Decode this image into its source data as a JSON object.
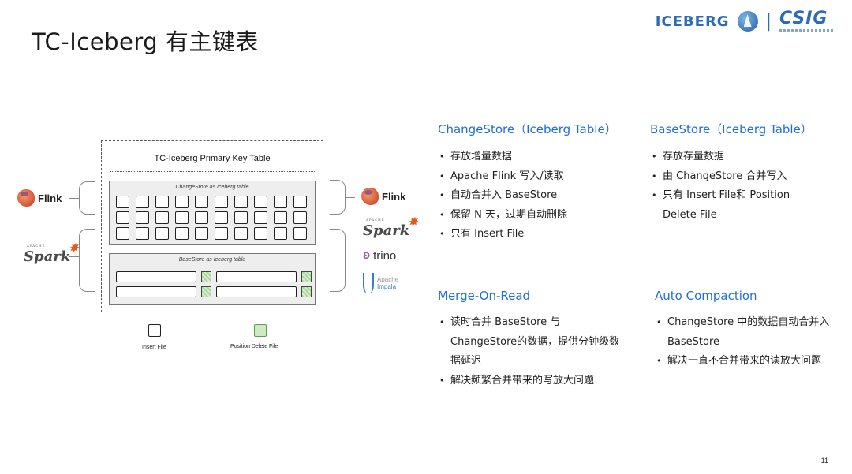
{
  "title": "TC-Iceberg 有主键表",
  "logos": {
    "iceberg": "ICEBERG",
    "separator": "|",
    "csig": "CSIG"
  },
  "diagram": {
    "table_title": "TC-Iceberg Primary Key Table",
    "changestore_label": "ChangeStore as Iceberg table",
    "basestore_label": "BaseStore as Iceberg table",
    "left_engines": [
      "Flink",
      "Spark"
    ],
    "right_engines": [
      "Flink",
      "Spark",
      "trino",
      "Impala"
    ],
    "spark_apache": "APACHE",
    "impala_apache": "Apache",
    "legend": {
      "insert_file": "Insert File",
      "position_delete_file": "Position Delete File"
    },
    "colors": {
      "delete_file": "#cfe9c4",
      "box_bg": "#eeeeee"
    }
  },
  "sections": {
    "changestore": {
      "title": "ChangeStore（Iceberg Table）",
      "bullets": [
        "存放增量数据",
        "Apache Flink 写入/读取",
        "自动合并入 BaseStore",
        "保留 N 天，过期自动删除",
        "只有 Insert File"
      ]
    },
    "basestore": {
      "title": "BaseStore（Iceberg Table）",
      "bullets": [
        "存放存量数据",
        "由 ChangeStore 合并写入",
        "只有 Insert File和 Position Delete File"
      ]
    },
    "merge_on_read": {
      "title": "Merge-On-Read",
      "bullets": [
        "读时合并 BaseStore 与 ChangeStore的数据，提供分钟级数据延迟",
        "解决频繁合并带来的写放大问题"
      ]
    },
    "auto_compaction": {
      "title": "Auto Compaction",
      "bullets": [
        "ChangeStore 中的数据自动合并入 BaseStore",
        "解决一直不合并带来的读放大问题"
      ]
    }
  },
  "accent_color": "#1f6fd1",
  "page_number": "11"
}
